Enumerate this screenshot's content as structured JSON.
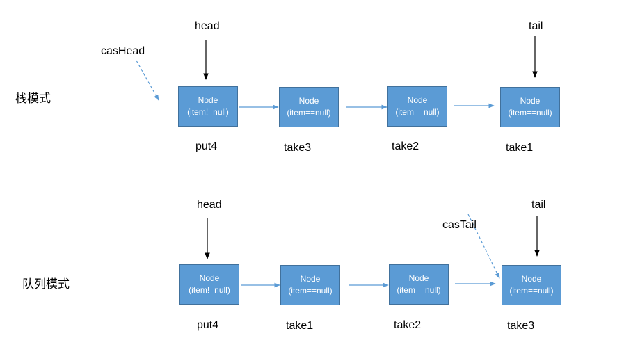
{
  "stack": {
    "mode_label": "栈模式",
    "head_label": "head",
    "tail_label": "tail",
    "cas_label": "casHead",
    "nodes": [
      {
        "title": "Node",
        "item": "(item!=null)",
        "caption": "put4"
      },
      {
        "title": "Node",
        "item": "(item==null)",
        "caption": "take3"
      },
      {
        "title": "Node",
        "item": "(item==null)",
        "caption": "take2"
      },
      {
        "title": "Node",
        "item": "(item==null)",
        "caption": "take1"
      }
    ]
  },
  "queue": {
    "mode_label": "队列模式",
    "head_label": "head",
    "tail_label": "tail",
    "cas_label": "casTail",
    "nodes": [
      {
        "title": "Node",
        "item": "(item!=null)",
        "caption": "put4"
      },
      {
        "title": "Node",
        "item": "(item==null)",
        "caption": "take1"
      },
      {
        "title": "Node",
        "item": "(item==null)",
        "caption": "take2"
      },
      {
        "title": "Node",
        "item": "(item==null)",
        "caption": "take3"
      }
    ]
  },
  "colors": {
    "node_fill": "#5b9bd5",
    "node_border": "#41719c",
    "link_arrow": "#5b9bd5",
    "pointer_arrow": "#000000"
  }
}
